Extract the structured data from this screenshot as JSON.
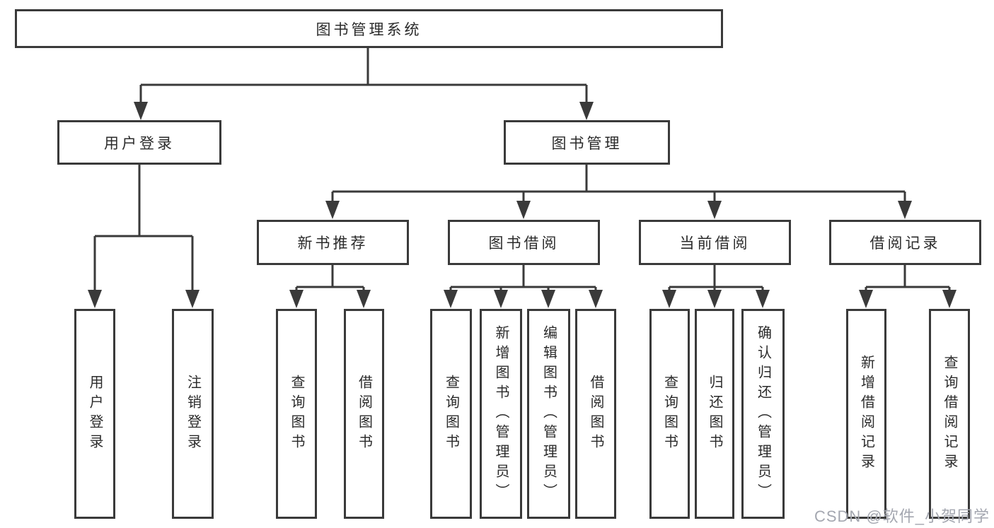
{
  "tree": {
    "root": "图书管理系统",
    "level2": [
      {
        "label": "用户登录",
        "children": [
          "用户登录",
          "注销登录"
        ]
      },
      {
        "label": "图书管理",
        "groups": [
          {
            "label": "新书推荐",
            "children": [
              "查询图书",
              "借阅图书"
            ]
          },
          {
            "label": "图书借阅",
            "children": [
              "查询图书",
              "新增图书（管理员）",
              "编辑图书（管理员）",
              "借阅图书"
            ]
          },
          {
            "label": "当前借阅",
            "children": [
              "查询图书",
              "归还图书",
              "确认归还（管理员）"
            ]
          },
          {
            "label": "借阅记录",
            "children": [
              "新增借阅记录",
              "查询借阅记录"
            ]
          }
        ]
      }
    ]
  },
  "colors": {
    "line": "#3a3a3a",
    "box_border": "#3a3a3a",
    "box_background": "#ffffff",
    "text": "#2b2b2b",
    "watermark": "#a4a7b0"
  },
  "watermark": "CSDN @软件_小贺同学"
}
